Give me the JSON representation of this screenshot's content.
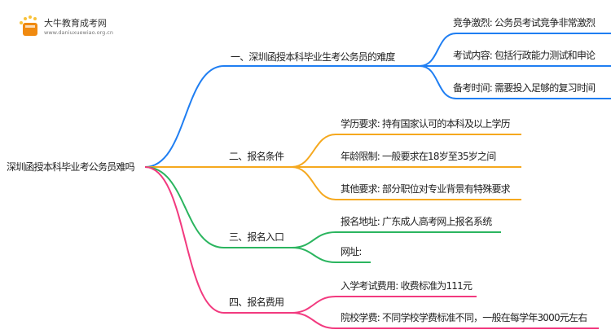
{
  "logo": {
    "name": "大牛教育成考网",
    "url": "www.daniuxuewiao.org.cn"
  },
  "root": "深圳函授本科毕业考公务员难吗",
  "colors": {
    "blue": "#1f7ef2",
    "orange": "#f5a81e",
    "green": "#2bb55f",
    "pink": "#f23a7f"
  },
  "branches": [
    {
      "label": "一、深圳函授本科毕业生考公务员的难度",
      "leaves": [
        "竞争激烈: 公务员考试竞争非常激烈",
        "考试内容: 包括行政能力测试和申论",
        "备考时间: 需要投入足够的复习时间"
      ]
    },
    {
      "label": "二、报名条件",
      "leaves": [
        "学历要求: 持有国家认可的本科及以上学历",
        "年龄限制: 一般要求在18岁至35岁之间",
        "其他要求: 部分职位对专业背景有特殊要求"
      ]
    },
    {
      "label": "三、报名入口",
      "leaves": [
        "报名地址: 广东成人高考网上报名系统",
        "网址:"
      ]
    },
    {
      "label": "四、报名费用",
      "leaves": [
        "入学考试费用: 收费标准为111元",
        "院校学费: 不同学校学费标准不同，一般在每学年3000元左右"
      ]
    }
  ]
}
